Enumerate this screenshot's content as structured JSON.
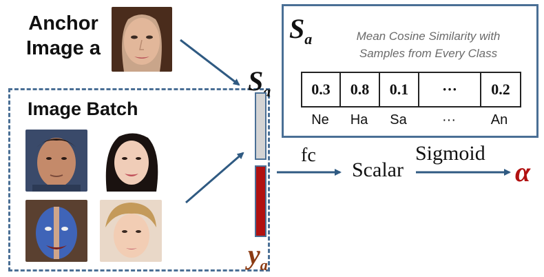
{
  "anchor": {
    "line1": "Anchor",
    "line2": "Image a"
  },
  "batch": {
    "title": "Image Batch"
  },
  "similarity": {
    "symbol": "S",
    "symbol_sub": "a",
    "line1": "Mean Cosine Similarity with",
    "line2": "Samples from Every Class",
    "values": [
      "0.3",
      "0.8",
      "0.1",
      "···",
      "0.2"
    ],
    "classes": [
      "Ne",
      "Ha",
      "Sa",
      "···",
      "An"
    ]
  },
  "feature_sa": {
    "symbol": "S",
    "sub": "a"
  },
  "feature_ya": {
    "symbol": "y",
    "sub": "a"
  },
  "flow": {
    "fc": "fc",
    "scalar": "Scalar",
    "sigmoid": "Sigmoid",
    "alpha": "α"
  },
  "colors": {
    "frame": "#4a6f95",
    "arrow": "#2f5a82",
    "bar_top": "#d4d4d4",
    "bar_bottom": "#b11111",
    "alpha": "#b11111",
    "ya": "#8b3a12"
  }
}
